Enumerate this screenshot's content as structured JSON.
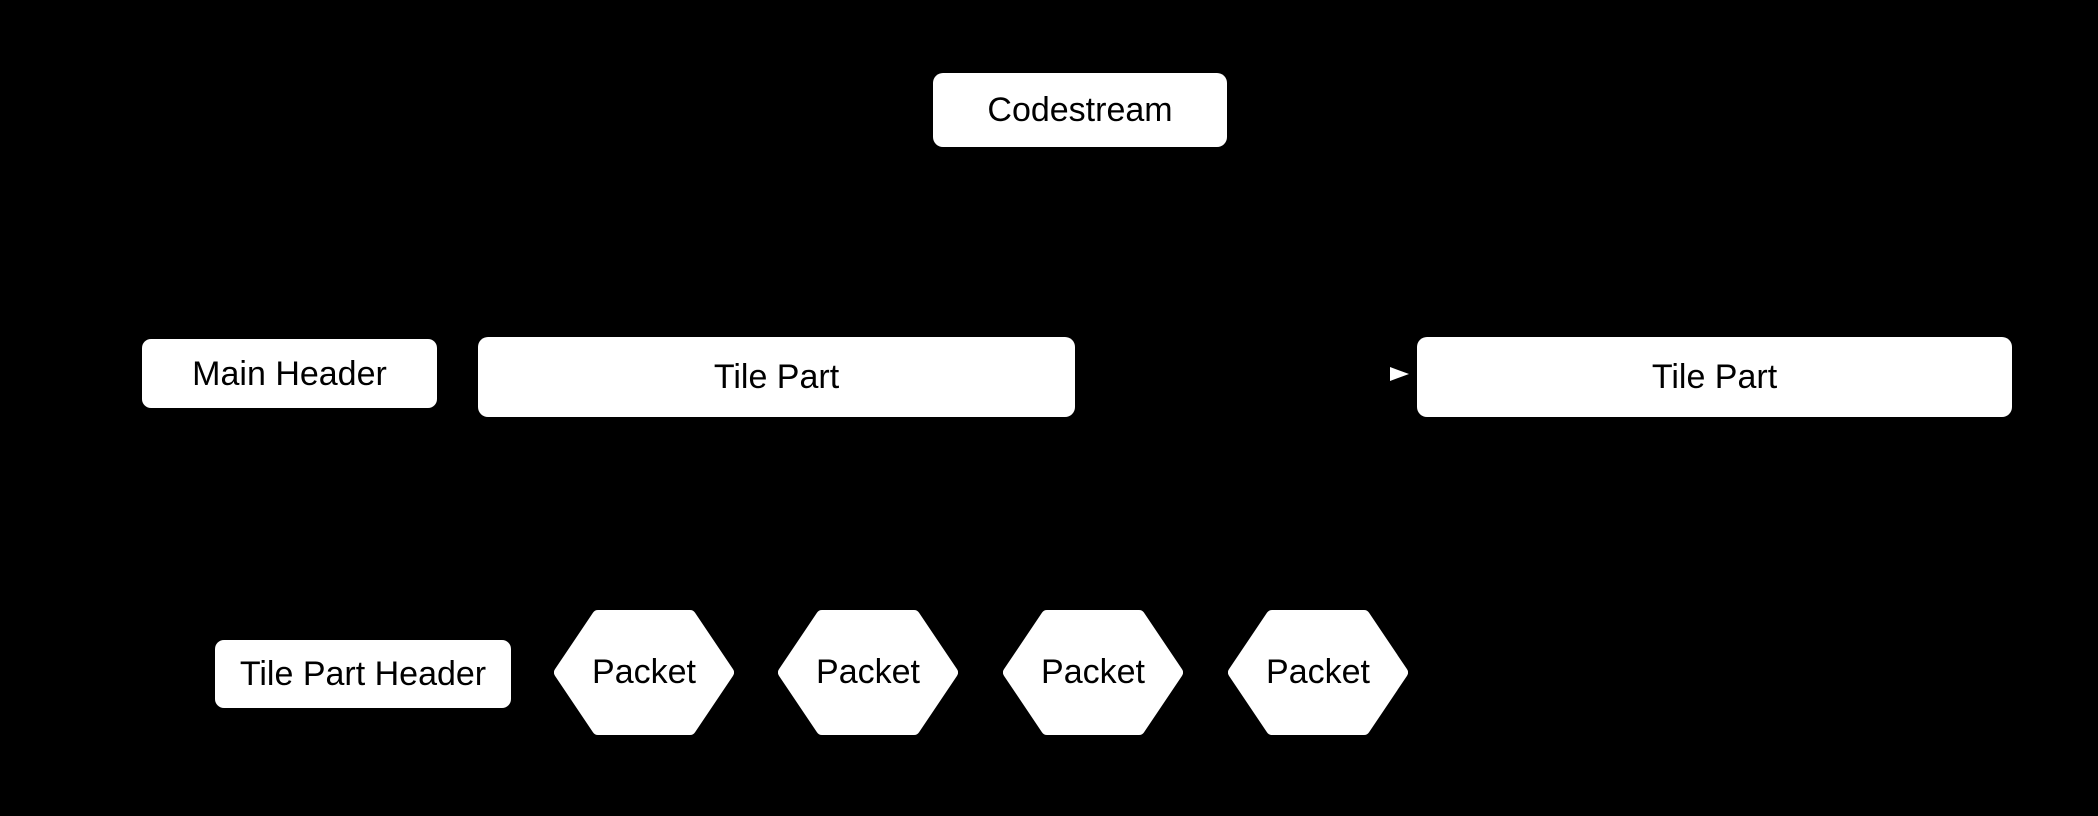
{
  "diagram": {
    "description": "Codestream structure diagram",
    "colors": {
      "background": "#000000",
      "node_fill": "#ffffff",
      "node_text": "#000000",
      "arrow": "#ffffff"
    },
    "codestream": {
      "label": "Codestream"
    },
    "header_row": {
      "main_header": {
        "label": "Main Header"
      },
      "tile_part_left": {
        "label": "Tile Part"
      },
      "tile_part_right": {
        "label": "Tile Part"
      }
    },
    "tile_part_row": {
      "tile_part_header": {
        "label": "Tile Part Header"
      },
      "packets": [
        {
          "label": "Packet"
        },
        {
          "label": "Packet"
        },
        {
          "label": "Packet"
        },
        {
          "label": "Packet"
        }
      ]
    }
  }
}
